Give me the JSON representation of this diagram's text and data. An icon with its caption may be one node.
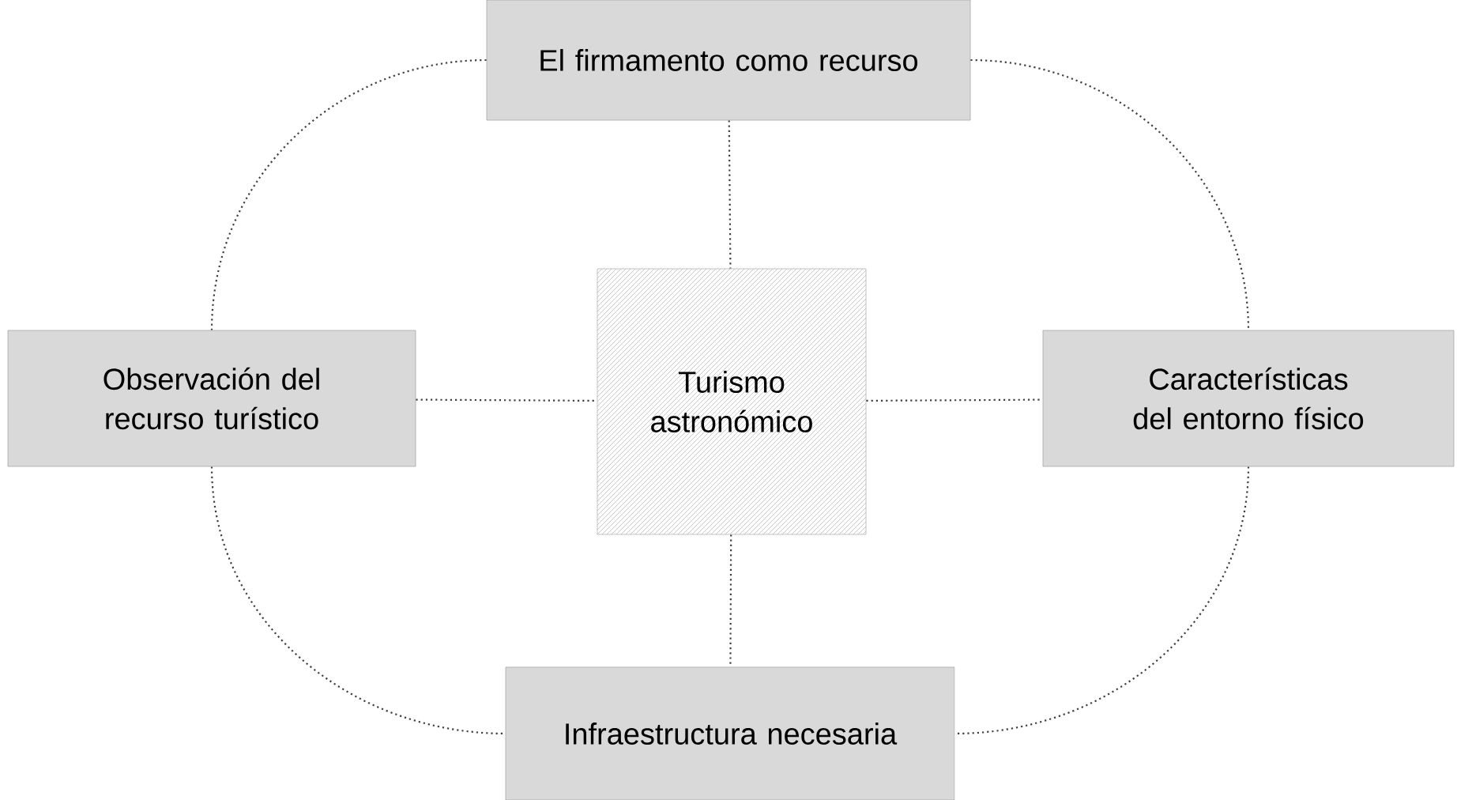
{
  "diagram": {
    "nodes": [
      {
        "text": [
          "El firmamento como recurso"
        ]
      },
      {
        "text": [
          "Observación del recurso turístico"
        ]
      },
      {
        "text": [
          "Turismo astronómico"
        ]
      },
      {
        "text": [
          "Características del entorno físico"
        ]
      },
      {
        "text": [
          "Infraestructura necesaria"
        ]
      }
    ],
    "edges": [
      {
        "from": 0,
        "to": 2,
        "arrow": "none"
      },
      {
        "from": 1,
        "to": 2,
        "arrow": "none"
      },
      {
        "from": 2,
        "to": 3,
        "arrow": "none"
      },
      {
        "from": 2,
        "to": 4,
        "arrow": "none"
      },
      {
        "from": 0,
        "to": 1,
        "arrow": "none"
      },
      {
        "from": 0,
        "to": 3,
        "arrow": "none"
      },
      {
        "from": 1,
        "to": 4,
        "arrow": "none"
      },
      {
        "from": 3,
        "to": 4,
        "arrow": "none"
      }
    ]
  }
}
